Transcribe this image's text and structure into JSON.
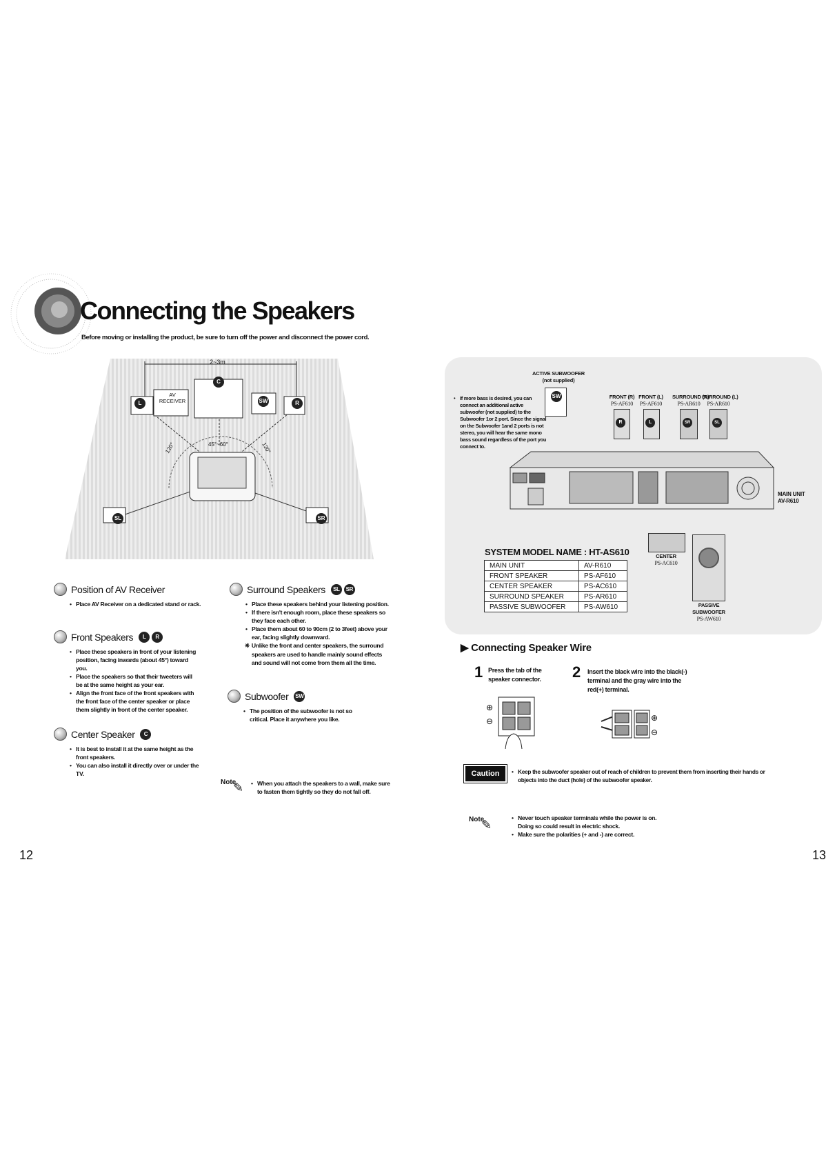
{
  "title": "Connecting the Speakers",
  "warning": "Before moving or installing the product, be sure to turn off the power and disconnect the power cord.",
  "layout_diagram": {
    "distance": "2~3m",
    "angle_front": "45°~60°",
    "angle_left": "120°",
    "angle_right": "120°",
    "av_receiver": "AV RECEIVER",
    "badges": {
      "c": "C",
      "l": "L",
      "r": "R",
      "sw": "SW",
      "sl": "SL",
      "sr": "SR"
    }
  },
  "sections": {
    "av_receiver": {
      "heading": "Position of AV Receiver",
      "bullets": [
        "Place AV Receiver on a dedicated stand or rack."
      ]
    },
    "front": {
      "heading": "Front Speakers",
      "badges": [
        "L",
        "R"
      ],
      "bullets": [
        "Place these speakers in front of your listening position, facing inwards (about 45°) toward you.",
        "Place the speakers so that their tweeters will be at the same height as your ear.",
        "Align the front face of the front speakers with the front face of the center speaker or place them slightly in front of the center speaker."
      ]
    },
    "center": {
      "heading": "Center Speaker",
      "badges": [
        "C"
      ],
      "bullets": [
        "It is best to install it at the same height as the front speakers.",
        "You can also install it directly over or under the TV."
      ]
    },
    "surround": {
      "heading": "Surround Speakers",
      "badges": [
        "SL",
        "SR"
      ],
      "bullets": [
        "Place these speakers behind your listening position.",
        "If there isn't enough room, place these speakers so they face each other.",
        "Place them about 60 to 90cm (2 to 3feet) above your ear, facing slightly downward."
      ],
      "note_symbol": "❈",
      "note": "Unlike the front and center speakers, the surround speakers are used to handle mainly sound effects and sound will not come from them all the time."
    },
    "subwoofer": {
      "heading": "Subwoofer",
      "badges": [
        "SW"
      ],
      "bullets": [
        "The position of the subwoofer is not so critical. Place it anywhere you like."
      ]
    }
  },
  "note_left": {
    "label": "Note",
    "text": "When you attach the speakers to a wall, make sure to fasten them tightly so they do not fall off."
  },
  "wiring": {
    "active_sub": "ACTIVE SUBWOOFER",
    "not_supplied": "(not supplied)",
    "bass_note": "If more bass is desired, you can connect an additional active subwoofer (not supplied) to the Subwoofer 1or 2 port. Since the signal on the Subwoofer 1and 2 ports is not stereo, you will hear the same mono bass sound regardless of the port you connect to.",
    "speakers": [
      {
        "label": "FRONT (R)",
        "model": "PS-AF610",
        "badge": "R"
      },
      {
        "label": "FRONT (L)",
        "model": "PS-AF610",
        "badge": "L"
      },
      {
        "label": "SURROUND (R)",
        "model": "PS-AR610",
        "badge": "SR"
      },
      {
        "label": "SURROUND (L)",
        "model": "PS-AR610",
        "badge": "SL"
      }
    ],
    "main_unit": "MAIN UNIT",
    "main_model": "AV-R610",
    "center_label": "CENTER",
    "center_model": "PS-AC610",
    "passive_label_1": "PASSIVE",
    "passive_label_2": "SUBWOOFER",
    "passive_model": "PS-AW610"
  },
  "system": {
    "heading": "SYSTEM MODEL NAME : HT-AS610",
    "rows": [
      [
        "MAIN UNIT",
        "AV-R610"
      ],
      [
        "FRONT SPEAKER",
        "PS-AF610"
      ],
      [
        "CENTER SPEAKER",
        "PS-AC610"
      ],
      [
        "SURROUND SPEAKER",
        "PS-AR610"
      ],
      [
        "PASSIVE SUBWOOFER",
        "PS-AW610"
      ]
    ]
  },
  "connecting": {
    "heading": "Connecting Speaker Wire",
    "step1_num": "1",
    "step1_text": "Press the tab of the speaker connector.",
    "step2_num": "2",
    "step2_text": "Insert the black wire into the black(-) terminal and the gray wire into the red(+) terminal."
  },
  "caution": {
    "label": "Caution",
    "text": "Keep the subwoofer speaker out of reach of children to prevent them from inserting their hands or objects into the duct (hole) of the subwoofer speaker."
  },
  "note_right": {
    "label": "Note",
    "bullets": [
      "Never touch speaker terminals while the power is on. Doing so could result in electric shock.",
      "Make sure the polarities (+ and -) are correct."
    ]
  },
  "page_left": "12",
  "page_right": "13"
}
